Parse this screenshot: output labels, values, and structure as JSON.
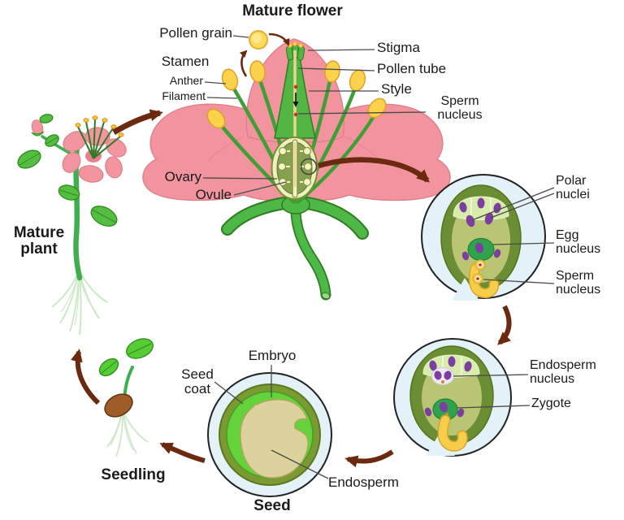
{
  "title": "Mature flower",
  "flower": {
    "labels": {
      "pollen_grain": "Pollen grain",
      "stamen": "Stamen",
      "anther": "Anther",
      "filament": "Filament",
      "stigma": "Stigma",
      "pollen_tube": "Pollen tube",
      "style": "Style",
      "sperm_nucleus": "Sperm nucleus",
      "ovary": "Ovary",
      "ovule": "Ovule"
    }
  },
  "plant": {
    "label": "Mature plant"
  },
  "stage1": {
    "labels": {
      "polar_nuclei": "Polar nuclei",
      "egg_nucleus": "Egg nucleus",
      "sperm_nucleus": "Sperm nucleus"
    }
  },
  "stage2": {
    "labels": {
      "endosperm_nucleus": "Endosperm nucleus",
      "zygote": "Zygote"
    }
  },
  "seed": {
    "labels": {
      "embryo": "Embryo",
      "seed_coat": "Seed coat",
      "endosperm": "Endosperm",
      "seed": "Seed"
    }
  },
  "seedling": {
    "label": "Seedling"
  },
  "colors": {
    "petal_pink": "#F2949E",
    "petal_outline": "#E0808C",
    "leaf_green": "#53B544",
    "dark_green_outline": "#2F7D22",
    "anther_yellow": "#FBD24B",
    "arrow_brown": "#6B2910",
    "circle_background": "#E3F2F8",
    "ovule_ring_olive": "#6B8D33",
    "embryo_sac": "#B9C573",
    "antipodal_band": "#D7EDA9",
    "nucleus_purple": "#7B3FA0",
    "egg_cell_green": "#2FA44C",
    "pollen_tube_yellow": "#F6CE4B",
    "sperm_dot_red": "#C4281C",
    "seed_coat_olive": "#7C9A33",
    "embryo_green": "#66D23B",
    "endosperm_tan": "#DCD29B",
    "seedling_seed_brown": "#A05C28",
    "label_text": "#1A1A1A"
  }
}
